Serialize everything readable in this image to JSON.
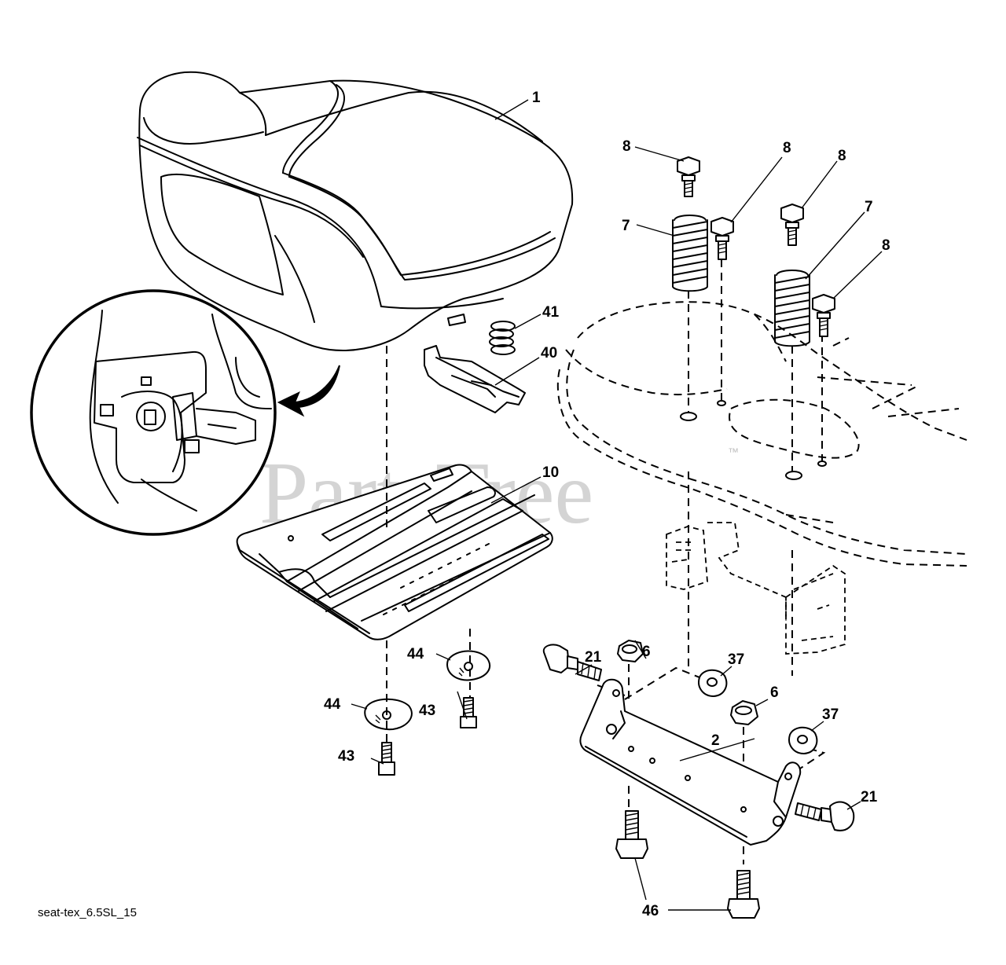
{
  "watermark": {
    "text": "PartsTree",
    "mark": "™"
  },
  "caption": "seat-tex_6.5SL_15",
  "callouts": {
    "seat": "1",
    "seat_bracket": "2",
    "nut_left": "6",
    "nut_right": "6",
    "spring_left": "7",
    "spring_right": "7",
    "bolt_a": "8",
    "bolt_b": "8",
    "bolt_c": "8",
    "bolt_d": "8",
    "seat_pan": "10",
    "bolt_bracket_left": "21",
    "bolt_bracket_right": "21",
    "washer_37_top": "37",
    "washer_37_bottom": "37",
    "clip": "40",
    "small_spring": "41",
    "screw_43_right": "43",
    "screw_43_left": "43",
    "washer_44_right": "44",
    "washer_44_left": "44",
    "bolt_46": "46"
  }
}
